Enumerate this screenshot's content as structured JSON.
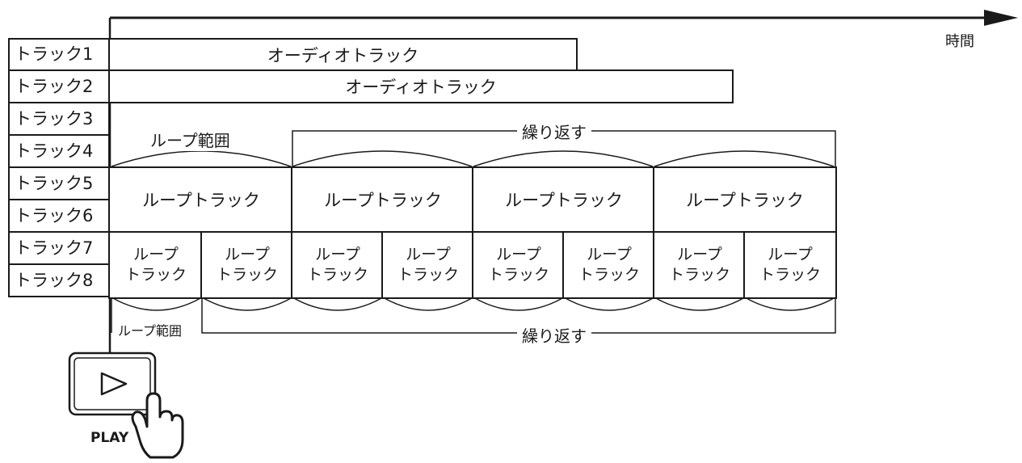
{
  "time_axis": {
    "label": "時間"
  },
  "tracks": [
    {
      "label": "トラック1"
    },
    {
      "label": "トラック2"
    },
    {
      "label": "トラック3"
    },
    {
      "label": "トラック4"
    },
    {
      "label": "トラック5"
    },
    {
      "label": "トラック6"
    },
    {
      "label": "トラック7"
    },
    {
      "label": "トラック8"
    }
  ],
  "audio_tracks": [
    {
      "label": "オーディオトラック"
    },
    {
      "label": "オーディオトラック"
    }
  ],
  "loop_big": {
    "range_label": "ループ範囲",
    "repeat_label": "繰り返す",
    "cells": [
      {
        "label": "ループトラック"
      },
      {
        "label": "ループトラック"
      },
      {
        "label": "ループトラック"
      },
      {
        "label": "ループトラック"
      }
    ]
  },
  "loop_small": {
    "range_label": "ループ範囲",
    "repeat_label": "繰り返す",
    "cell_line1": "ループ",
    "cell_line2": "トラック"
  },
  "play_button": {
    "label": "PLAY",
    "icon": "play-triangle-icon"
  }
}
